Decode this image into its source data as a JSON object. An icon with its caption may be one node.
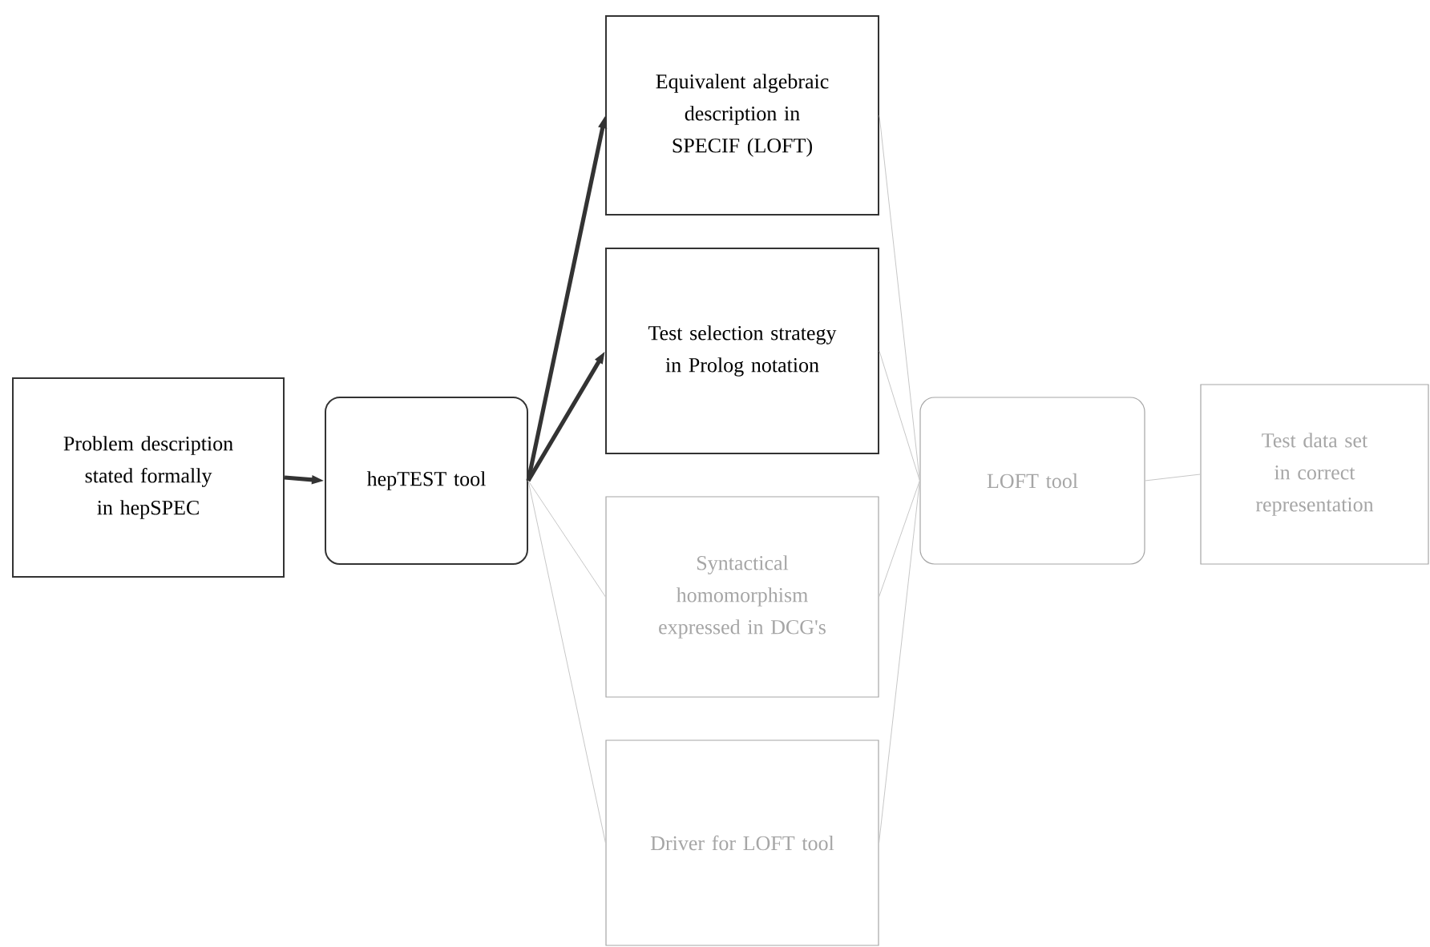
{
  "diagram": {
    "nodes": [
      {
        "text": [
          "Problem description stated formally in hepSPEC"
        ]
      },
      {
        "text": [
          "hepTEST tool"
        ]
      },
      {
        "text": [
          "Equivalent algebraic description in SPECIF (LOFT)"
        ]
      },
      {
        "text": [
          "Test selection strategy in Prolog notation"
        ]
      },
      {
        "text": [
          "Syntactical homomorphism expressed in DCG's"
        ]
      },
      {
        "text": [
          "Driver for LOFT tool"
        ]
      },
      {
        "text": [
          "LOFT tool"
        ]
      },
      {
        "text": [
          "Test data set in correct representation"
        ]
      }
    ],
    "edges": [
      {
        "from": 0,
        "to": 1,
        "arrow": "to",
        "style": "thick",
        "color": "#333333"
      },
      {
        "from": 1,
        "to": 2,
        "arrow": "to",
        "style": "thick",
        "color": "#333333"
      },
      {
        "from": 1,
        "to": 3,
        "arrow": "to",
        "style": "thick",
        "color": "#333333"
      },
      {
        "from": 1,
        "to": 4,
        "arrow": "none"
      },
      {
        "from": 1,
        "to": 5,
        "arrow": "none"
      },
      {
        "from": 2,
        "to": 6,
        "arrow": "none"
      },
      {
        "from": 3,
        "to": 6,
        "arrow": "none"
      },
      {
        "from": 4,
        "to": 6,
        "arrow": "none"
      },
      {
        "from": 5,
        "to": 6,
        "arrow": "none"
      },
      {
        "from": 6,
        "to": 7,
        "arrow": "none"
      }
    ]
  }
}
